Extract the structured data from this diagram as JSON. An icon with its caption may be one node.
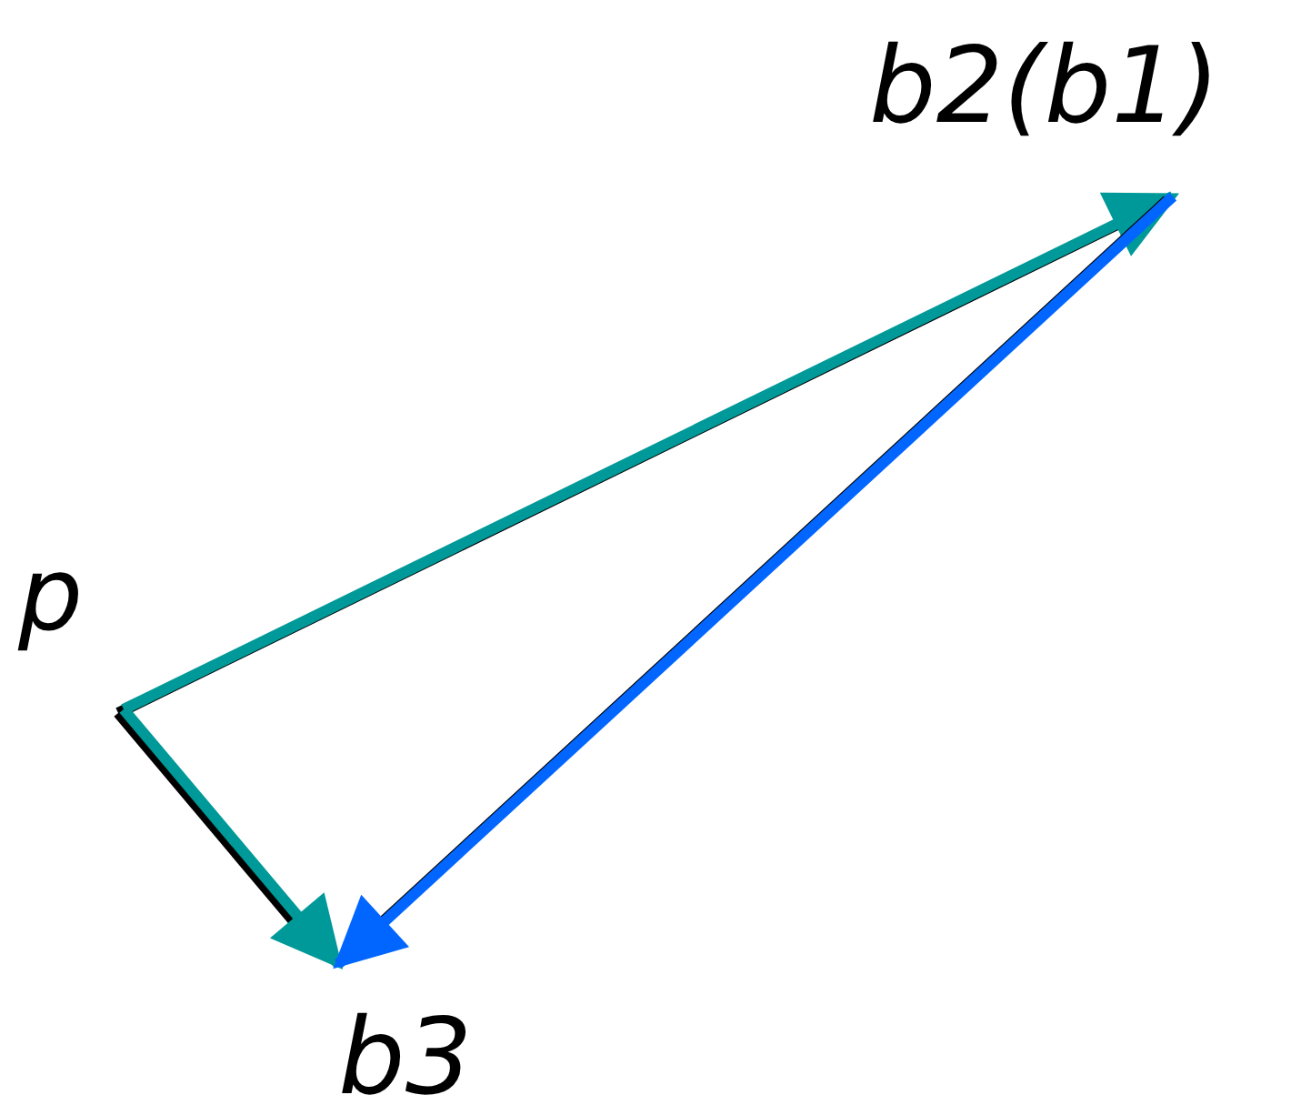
{
  "diagram": {
    "nodes": [
      {
        "text": [
          "p"
        ]
      },
      {
        "text": [
          "b2(b1)"
        ]
      },
      {
        "text": [
          "b3"
        ]
      }
    ],
    "edges": [
      {
        "from": 0,
        "to": 1,
        "arrow": "to"
      },
      {
        "from": 0,
        "to": 2,
        "arrow": "to"
      },
      {
        "from": 1,
        "to": 2,
        "arrow": "to",
        "color": "#0066ff"
      }
    ]
  }
}
